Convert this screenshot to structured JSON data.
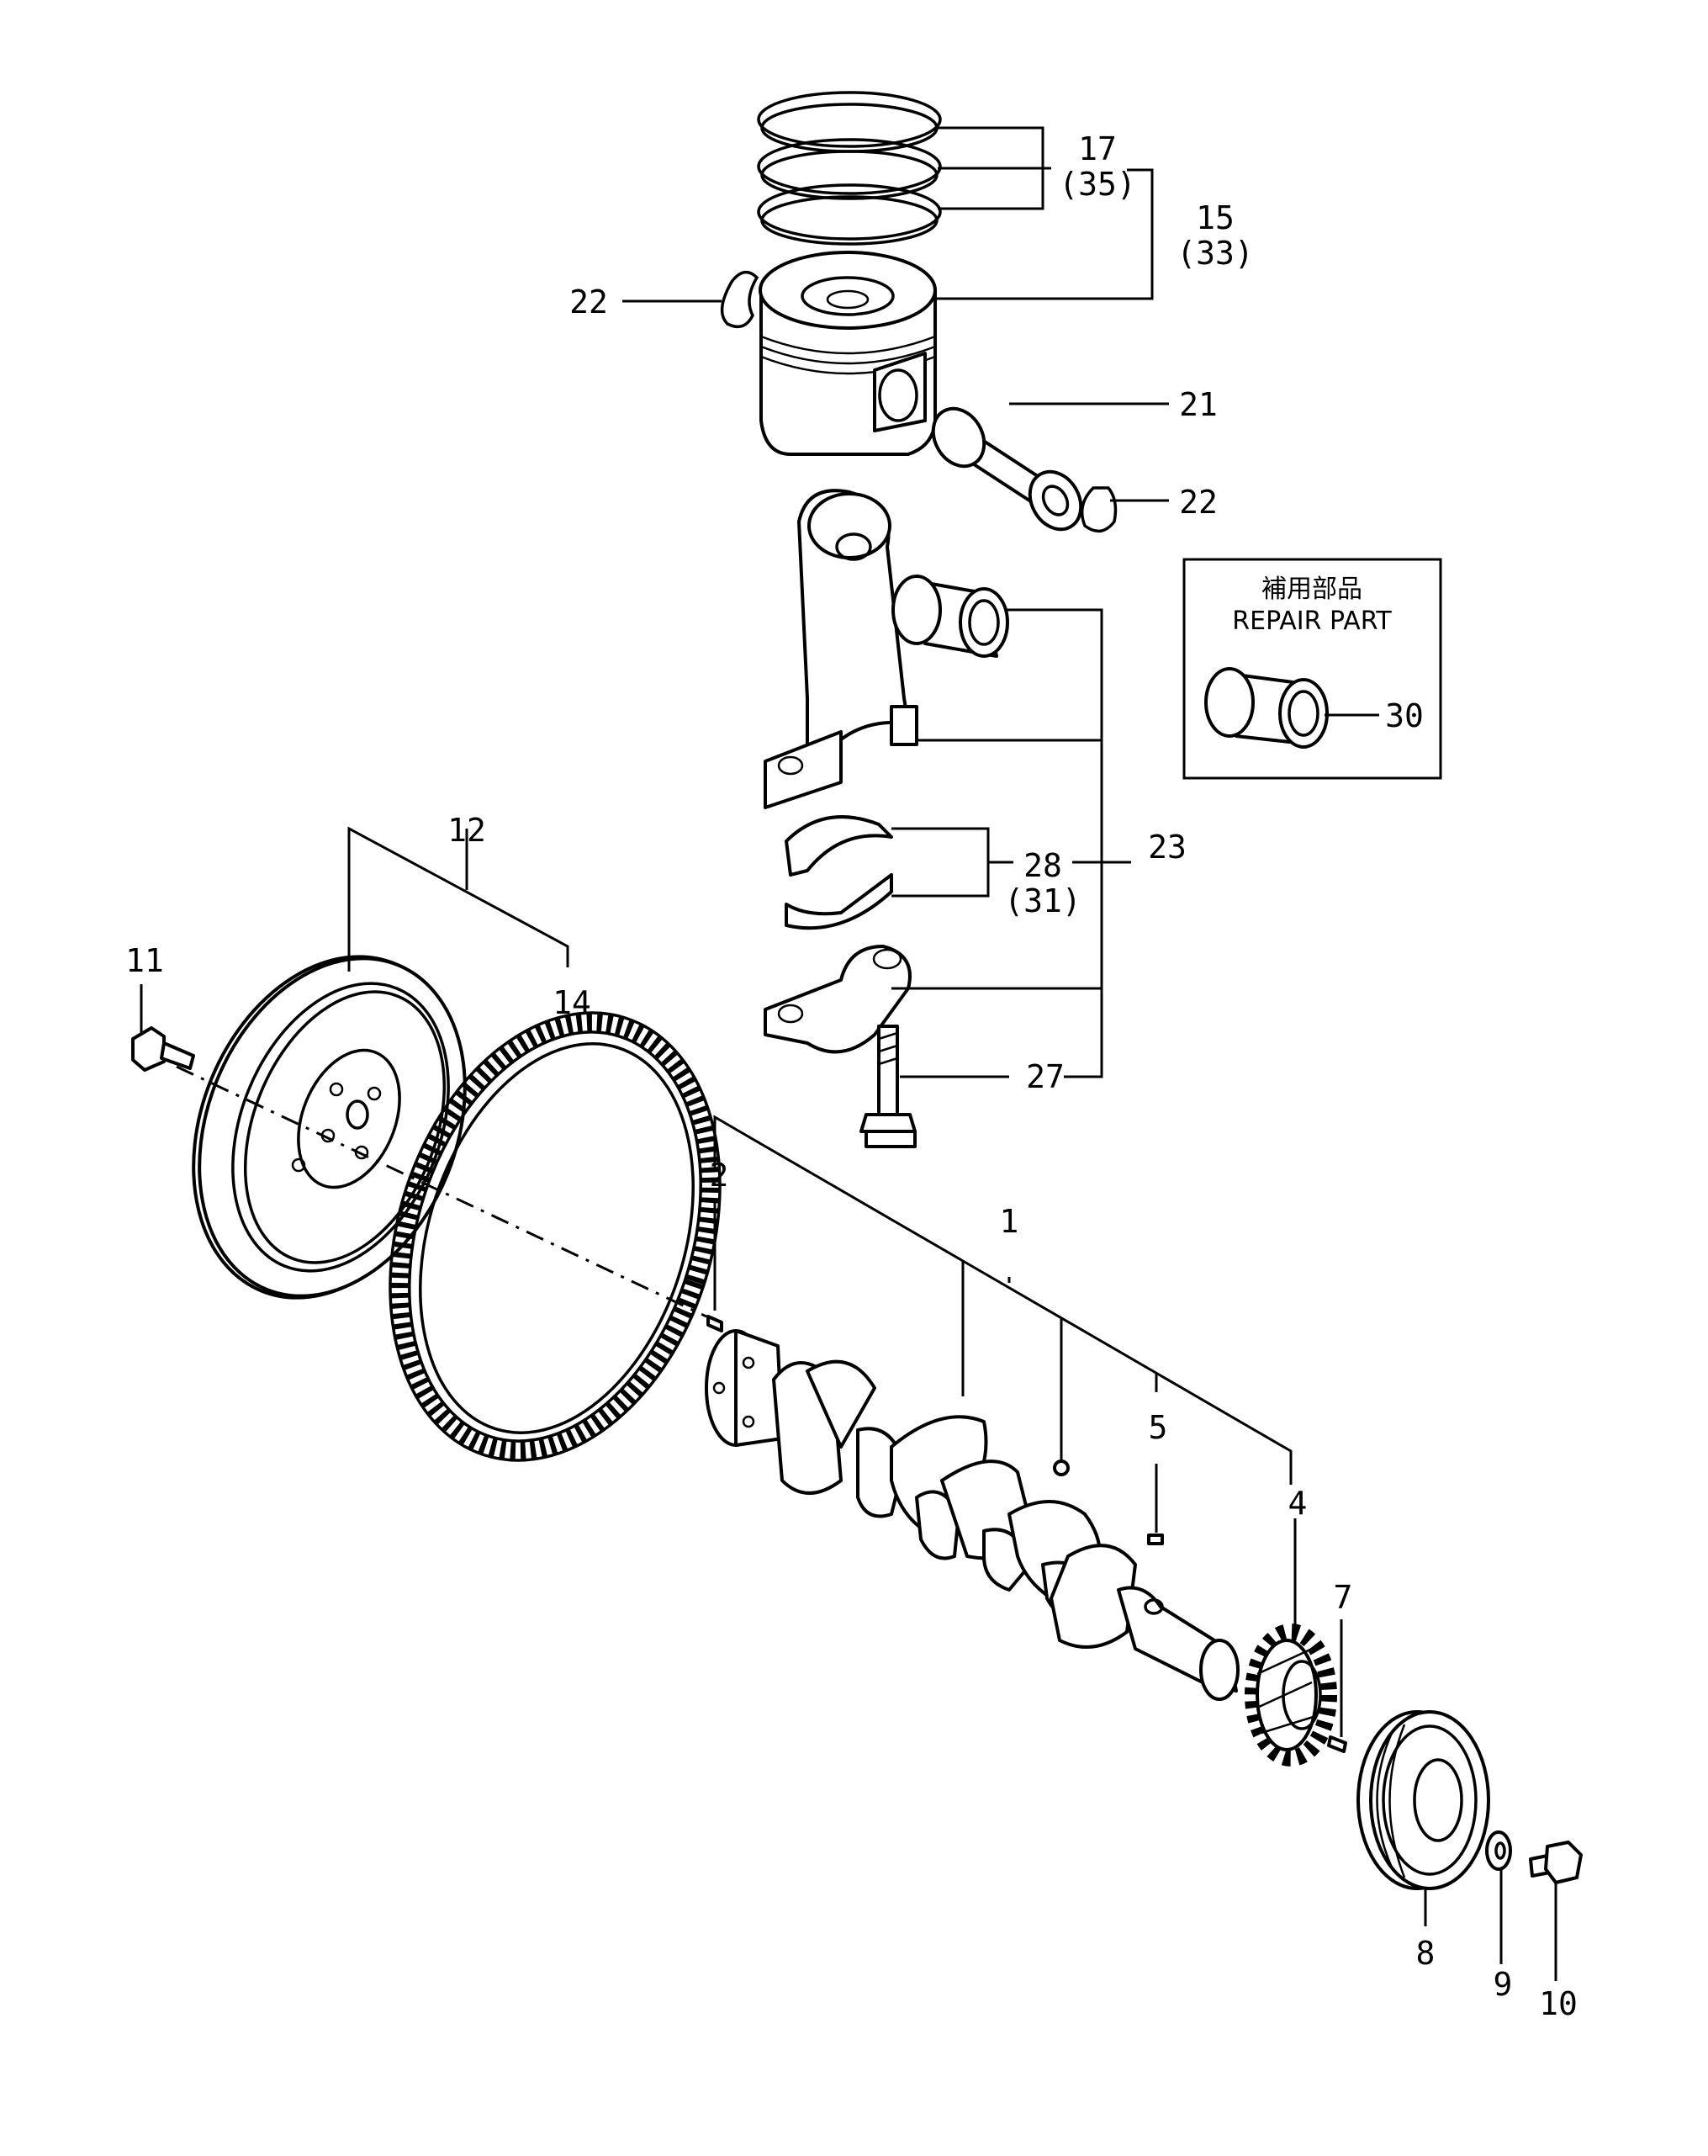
{
  "labels": {
    "l17": "17",
    "l17q": "(35)",
    "l15": "15",
    "l15q": "(33)",
    "l22a": "22",
    "l21": "21",
    "l22b": "22",
    "l23": "23",
    "l28": "28",
    "l28q": "(31)",
    "l27": "27",
    "l12": "12",
    "l11": "11",
    "l14": "14",
    "l2": "2",
    "l1": "1",
    "l5": "5",
    "l4": "4",
    "l7": "7",
    "l8": "8",
    "l9": "9",
    "l10": "10",
    "l30": "30"
  },
  "repair_box": {
    "title_jp": "補用部品",
    "title_en": "REPAIR PART"
  }
}
